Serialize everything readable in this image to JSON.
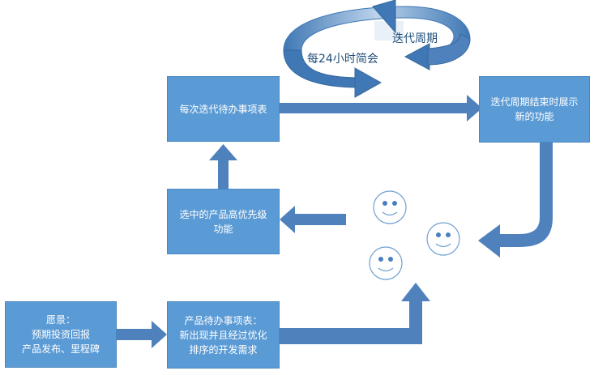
{
  "diagram": {
    "cycle": {
      "label_iteration": "迭代周期",
      "label_daily": "每24小时简会"
    },
    "boxes": {
      "sprint_backlog": {
        "line1": "每次迭代待办事项表"
      },
      "iteration_end": {
        "line1": "迭代周期结束时展示",
        "line2": "新的功能"
      },
      "selected_features": {
        "line1": "选中的产品高优先级",
        "line2": "功能"
      },
      "vision": {
        "line1": "愿景：",
        "line2": "预期投资回报",
        "line3": "产品发布、里程碑"
      },
      "product_backlog": {
        "line1": "产品待办事项表：",
        "line2": "新出现并且经过优化",
        "line3": "排序的开发需求"
      }
    },
    "faces_count": 3
  },
  "colors": {
    "box_fill": "#5b9bd5",
    "box_border": "#4a87c0",
    "arrow": "#4f81bd",
    "cycle_dark": "#3f78b4",
    "cycle_light": "#a9c7e8",
    "smiley_stroke": "#6fa0d0",
    "smiley_eye": "#4a7fbf"
  }
}
